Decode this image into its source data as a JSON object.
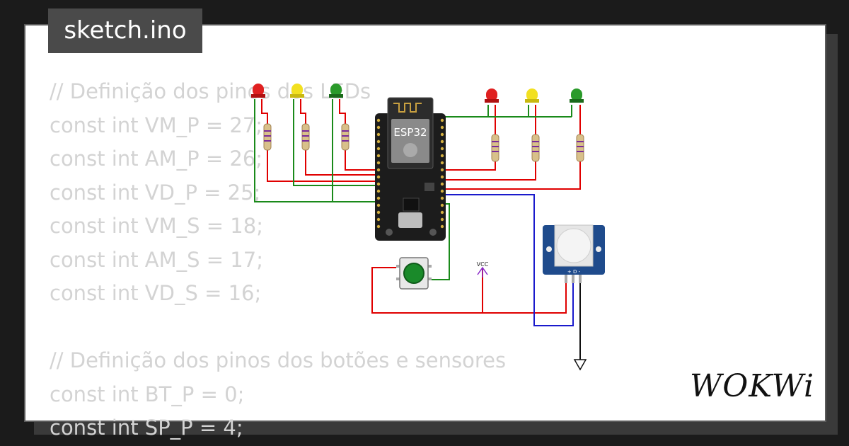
{
  "tab": {
    "label": "sketch.ino"
  },
  "code": {
    "lines": [
      "// Definição dos pinos dos LEDs",
      "const int VM_P = 27;",
      "const int AM_P = 26;",
      "const int VD_P = 25;",
      "const int VM_S = 18;",
      "const int AM_S = 17;",
      "const int VD_S = 16;",
      "",
      "// Definição dos pinos dos botões e sensores",
      "const int BT_P = 0;",
      "const int SP_P = 4;"
    ]
  },
  "diagram": {
    "board_label": "ESP32",
    "vcc_label": "VCC",
    "pir_pins_label": "+ D -",
    "leds": [
      "red",
      "yellow",
      "green",
      "red",
      "yellow",
      "green"
    ],
    "colors": {
      "red_led": "#e02020",
      "yellow_led": "#f2e020",
      "green_led": "#2a9a2a",
      "red_wire": "#e00000",
      "green_wire": "#1a8a1a",
      "blue_wire": "#1a1acc",
      "board": "#1c1c1c",
      "pir_blue": "#1f4b8c",
      "button": "#1a8a2a"
    }
  },
  "logo": {
    "text": "WOKWi"
  }
}
